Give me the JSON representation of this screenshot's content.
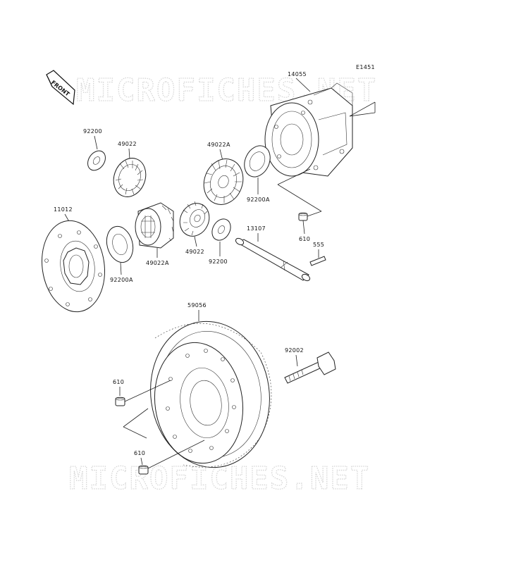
{
  "diagram": {
    "code": "E1451",
    "front_label": "FRONT",
    "watermark": "MICROFICHES.NET",
    "part_numbers": {
      "case": "14055",
      "washer_top_left": "92200",
      "gear_top_left": "49022",
      "gear_top_mid": "49022A",
      "washer_right": "92200A",
      "flange": "11012",
      "washer_left": "92200A",
      "gear_mid": "49022A",
      "gear_mid_right": "49022",
      "washer_mid": "92200",
      "shaft": "13107",
      "pin_case": "610",
      "pin_shaft": "555",
      "ring_gear": "59056",
      "bolt": "92002",
      "dowel_upper": "610",
      "dowel_lower": "610"
    }
  }
}
